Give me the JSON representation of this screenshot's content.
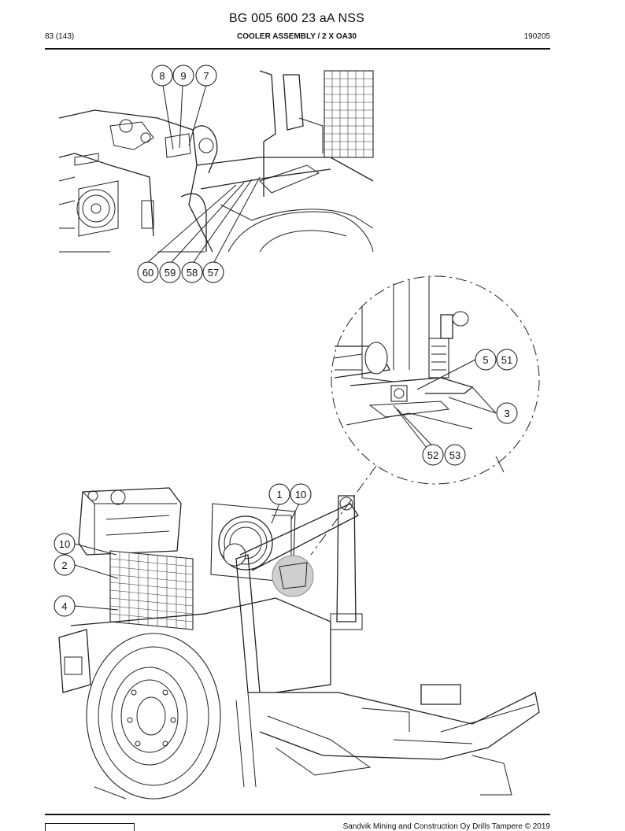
{
  "document": {
    "id": "BG 005 600 23 aA NSS",
    "page": "83 (143)",
    "section_title": "COOLER ASSEMBLY / 2 X OA30",
    "date_code": "190205"
  },
  "callouts": {
    "top_view": [
      "8",
      "9",
      "7",
      "60",
      "59",
      "58",
      "57"
    ],
    "detail_view": [
      "5",
      "51",
      "3",
      "52",
      "53"
    ],
    "main_view": [
      "1",
      "10",
      "10",
      "2",
      "4"
    ]
  },
  "footer": {
    "text": "Sandvik Mining and Construction Oy Drills Tampere © 2019"
  }
}
